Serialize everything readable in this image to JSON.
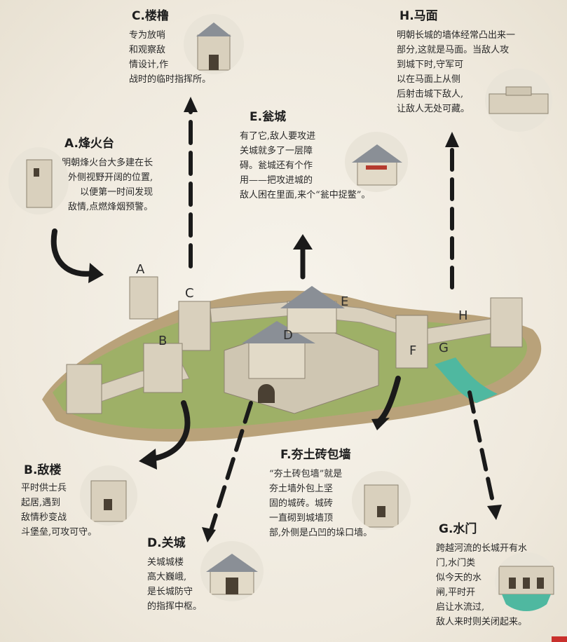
{
  "callouts": {
    "A": {
      "title": "A.烽火台",
      "lines": [
        "明朝烽火台大多建在长",
        "城外侧视野开阔的位置,",
        "以便第一时间发现",
        "敌情,点燃烽烟预警。"
      ]
    },
    "B": {
      "title": "B.敌楼",
      "lines": [
        "平时供士兵",
        "起居,遇到",
        "敌情秒变战",
        "斗堡垒,可攻可守。"
      ]
    },
    "C": {
      "title": "C.楼橹",
      "lines": [
        "专为放哨",
        "和观察敌",
        "情设计,作",
        "战时的临时指挥所。"
      ]
    },
    "D": {
      "title": "D.关城",
      "lines": [
        "关城城楼",
        "高大巍峨,",
        "是长城防守",
        "的指挥中枢。"
      ]
    },
    "E": {
      "title": "E.瓮城",
      "lines": [
        "有了它,敌人要攻进",
        "关城就多了一层障",
        "碍。瓮城还有个作",
        "用——把攻进城的",
        "敌人困在里面,来个“瓮中捉鳖”。"
      ]
    },
    "F": {
      "title": "F.夯土砖包墙",
      "lines": [
        "“夯土砖包墙”就是",
        "夯土墙外包上坚",
        "固的城砖。城砖",
        "一直砌到城墙顶",
        "部,外侧是凸凹的垛口墙。"
      ]
    },
    "G": {
      "title": "G.水门",
      "lines": [
        "跨越河流的长城开有水",
        "门,水门类",
        "似今天的水",
        "闸,平时开",
        "启让水流过,",
        "敌人来时则关闭起来。"
      ]
    },
    "H": {
      "title": "H.马面",
      "lines": [
        "明朝长城的墙体经常凸出来一",
        "部分,这就是马面。当敌人攻",
        "到城下时,守军可",
        "以在马面上从侧",
        "后射击城下敌人,",
        "让敌人无处可藏。"
      ]
    }
  },
  "model_letters": [
    "A",
    "B",
    "C",
    "D",
    "E",
    "F",
    "G",
    "H"
  ],
  "colors": {
    "wall": "#d9d0bd",
    "roof": "#8a8f96",
    "grass": "#8fa35a",
    "water": "#4fb8a0",
    "arrow": "#1a1a1a"
  }
}
